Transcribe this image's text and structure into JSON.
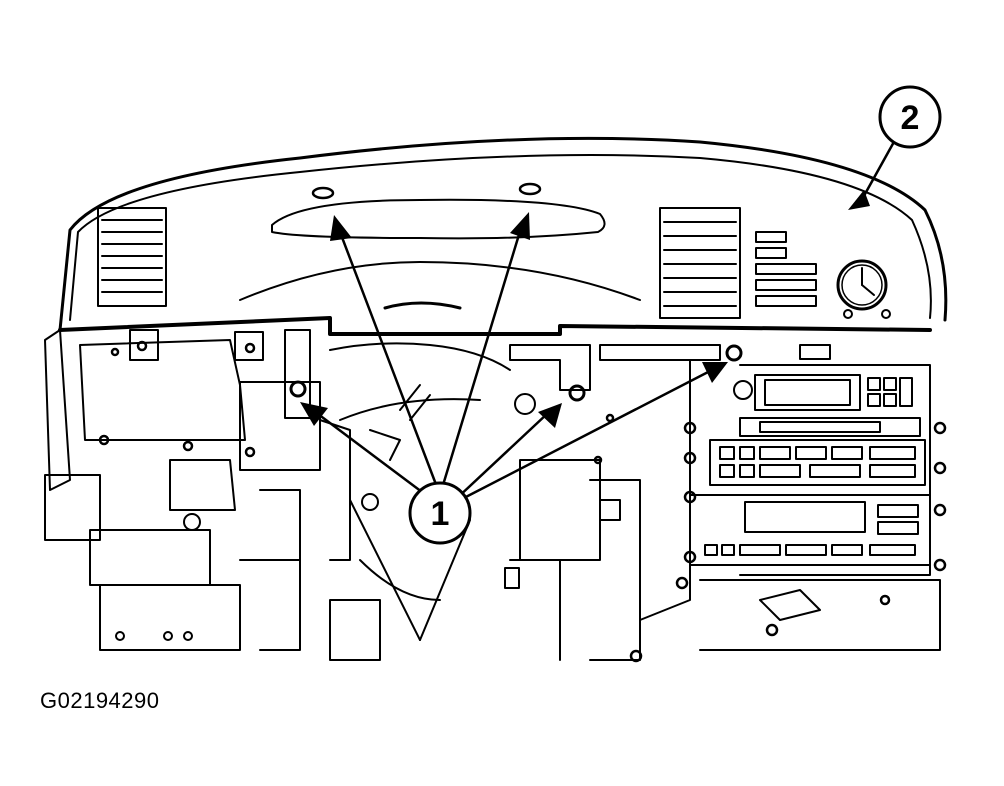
{
  "callouts": [
    {
      "id": "1",
      "label": "1"
    },
    {
      "id": "2",
      "label": "2"
    }
  ],
  "figure_id": "G02194290",
  "colors": {
    "ink": "#000000",
    "paper": "#ffffff"
  }
}
